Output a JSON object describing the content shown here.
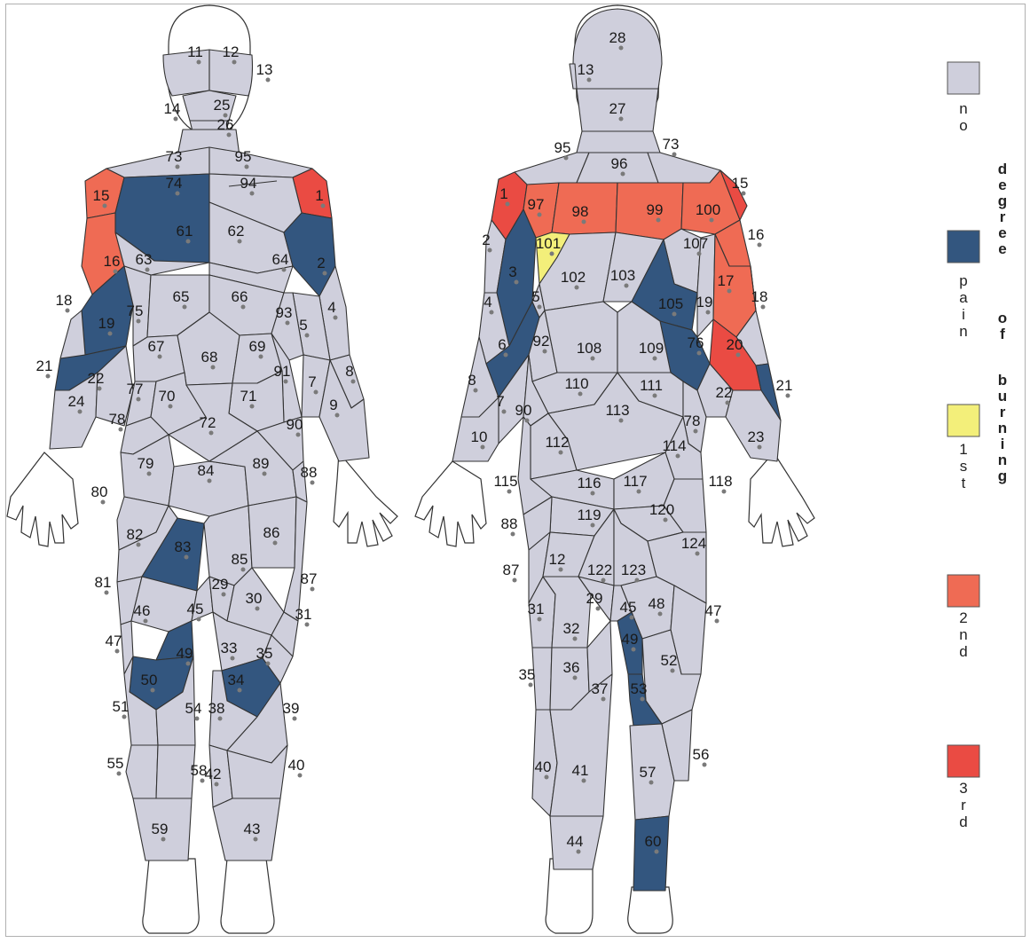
{
  "colors": {
    "no": "#cfcfdc",
    "pain": "#33567f",
    "first": "#f3ef7a",
    "second": "#ef6b54",
    "third": "#ea4b43",
    "outline": "#333333"
  },
  "legend": {
    "title": "degree of burning",
    "items": [
      {
        "key": "no",
        "label": "no"
      },
      {
        "key": "pain",
        "label": "pain"
      },
      {
        "key": "first",
        "label": "1st"
      },
      {
        "key": "second",
        "label": "2nd"
      },
      {
        "key": "third",
        "label": "3rd"
      }
    ]
  },
  "front_labels": [
    "11",
    "12",
    "13",
    "14",
    "25",
    "26",
    "73",
    "95",
    "74",
    "94",
    "15",
    "1",
    "61",
    "62",
    "16",
    "63",
    "64",
    "2",
    "18",
    "65",
    "66",
    "93",
    "75",
    "19",
    "4",
    "5",
    "67",
    "68",
    "69",
    "21",
    "22",
    "91",
    "7",
    "8",
    "77",
    "70",
    "24",
    "71",
    "9",
    "78",
    "72",
    "90",
    "79",
    "84",
    "89",
    "88",
    "80",
    "82",
    "83",
    "86",
    "85",
    "81",
    "87",
    "29",
    "46",
    "45",
    "30",
    "31",
    "47",
    "49",
    "33",
    "35",
    "50",
    "34",
    "51",
    "54",
    "38",
    "39",
    "55",
    "58",
    "42",
    "40",
    "59",
    "43"
  ],
  "back_labels": [
    "28",
    "13",
    "27",
    "95",
    "96",
    "73",
    "1",
    "97",
    "98",
    "99",
    "100",
    "15",
    "2",
    "101",
    "107",
    "16",
    "3",
    "102",
    "103",
    "4",
    "5",
    "105",
    "19",
    "17",
    "18",
    "6",
    "92",
    "108",
    "109",
    "76",
    "20",
    "8",
    "110",
    "111",
    "22",
    "21",
    "7",
    "90",
    "113",
    "78",
    "10",
    "112",
    "114",
    "23",
    "115",
    "116",
    "117",
    "118",
    "119",
    "120",
    "88",
    "124",
    "87",
    "12",
    "122",
    "123",
    "31",
    "29",
    "45",
    "48",
    "47",
    "32",
    "49",
    "35",
    "36",
    "37",
    "53",
    "52",
    "40",
    "41",
    "57",
    "56",
    "44",
    "60"
  ],
  "regions": {
    "front": {
      "pain": [
        "74",
        "61",
        "2",
        "19",
        "21",
        "83",
        "49",
        "50",
        "34"
      ],
      "second": [
        "15",
        "16"
      ],
      "third": [
        "1"
      ]
    },
    "back": {
      "pain": [
        "3",
        "6",
        "105",
        "76",
        "53",
        "60"
      ],
      "first": [
        "101"
      ],
      "second": [
        "97",
        "98",
        "99",
        "100",
        "17"
      ],
      "third": [
        "1",
        "20"
      ]
    }
  }
}
